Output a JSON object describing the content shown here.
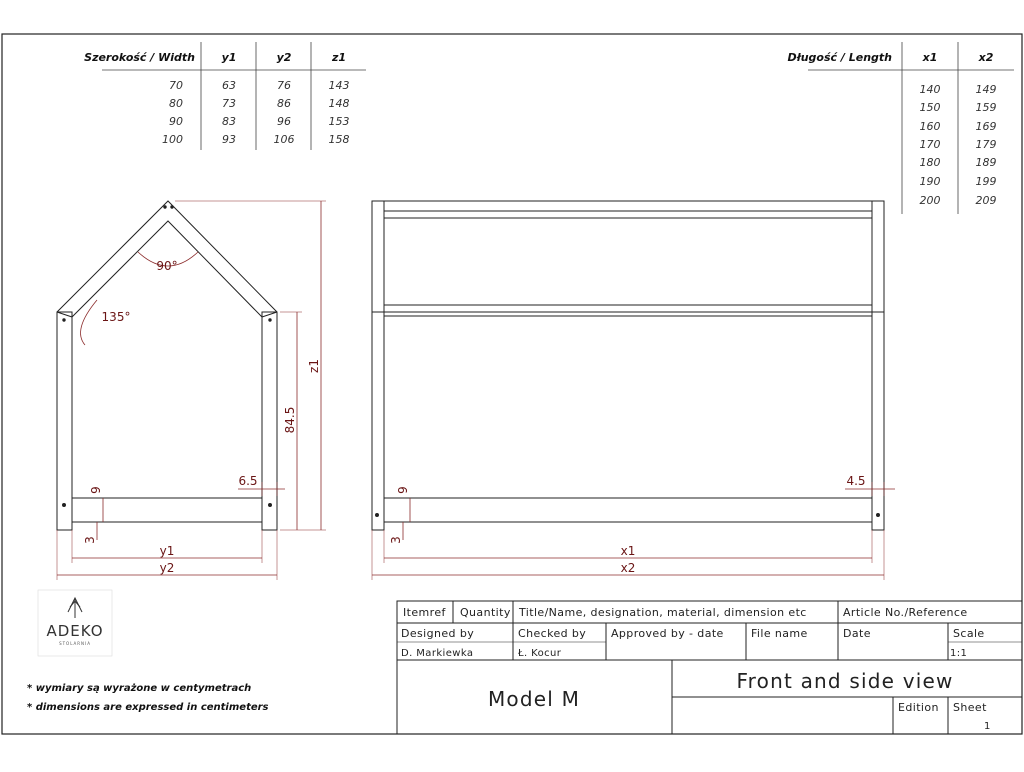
{
  "width_table": {
    "headers": [
      "Szerokość / Width",
      "y1",
      "y2",
      "z1"
    ],
    "rows": [
      [
        "70",
        "63",
        "76",
        "143"
      ],
      [
        "80",
        "73",
        "86",
        "148"
      ],
      [
        "90",
        "83",
        "96",
        "153"
      ],
      [
        "100",
        "93",
        "106",
        "158"
      ]
    ]
  },
  "length_table": {
    "headers": [
      "Długość / Length",
      "x1",
      "x2"
    ],
    "rows": [
      [
        "140",
        "149"
      ],
      [
        "150",
        "159"
      ],
      [
        "160",
        "169"
      ],
      [
        "170",
        "179"
      ],
      [
        "180",
        "189"
      ],
      [
        "190",
        "199"
      ],
      [
        "200",
        "209"
      ]
    ]
  },
  "dimensions": {
    "angle_top": "90°",
    "angle_side": "135°",
    "z1": "z1",
    "height_side": "84.5",
    "side_offset": "6.5",
    "rail_height_side": "9",
    "base_gap_side": "3",
    "y1": "y1",
    "y2": "y2",
    "rail_height_front": "9",
    "base_gap_front": "3",
    "front_offset": "4.5",
    "x1": "x1",
    "x2": "x2"
  },
  "logo": {
    "name": "ADEKO",
    "subtitle": "STOLARNIA",
    "icon": "tree-icon"
  },
  "notes": [
    "* wymiary są wyrażone w centymetrach",
    "* dimensions are expressed in centimeters"
  ],
  "title_block": {
    "itemref": "Itemref",
    "quantity": "Quantity",
    "title_desc": "Title/Name, designation, material, dimension etc",
    "article": "Article No./Reference",
    "designed_by_label": "Designed by",
    "designed_by": "D. Markiewka",
    "checked_by_label": "Checked by",
    "checked_by": "Ł. Kocur",
    "approved_label": "Approved by - date",
    "file_name_label": "File name",
    "date_label": "Date",
    "scale_label": "Scale",
    "scale": "1:1",
    "model": "Model M",
    "view_title": "Front and side view",
    "edition_label": "Edition",
    "sheet_label": "Sheet",
    "sheet": "1"
  },
  "colors": {
    "line": "#222222",
    "dimension": "#8b2b2b"
  }
}
